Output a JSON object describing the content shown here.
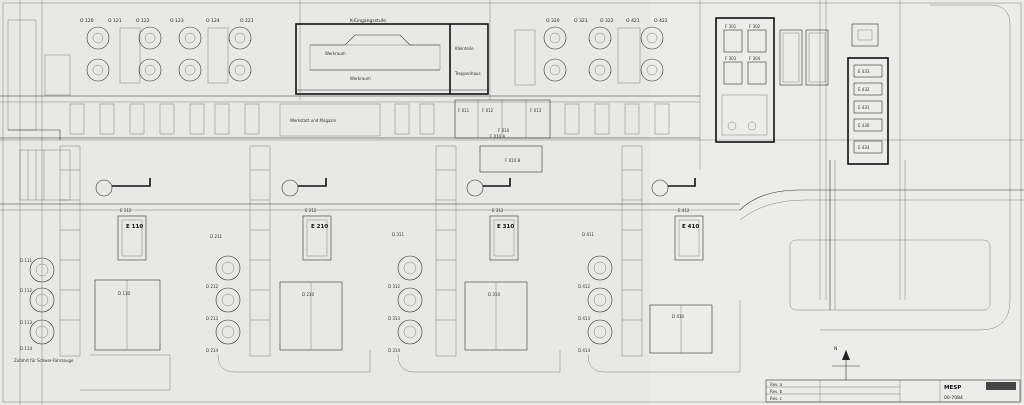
{
  "top_room": {
    "title": "K-Eingangsstufe",
    "labels": [
      "Werkraum",
      "Werkraum",
      "Kleinteile",
      "Treppenhaus"
    ]
  },
  "top_row": {
    "tanks": [
      "O 120",
      "O 121",
      "O 122",
      "O 123",
      "O 124",
      "O 221",
      "O 320",
      "O 321",
      "O 322",
      "O 421",
      "O 422"
    ]
  },
  "control_room": {
    "labels": [
      "F 301",
      "F 302",
      "F 303",
      "F 304"
    ]
  },
  "right_panel": {
    "cells": [
      "E 433",
      "E 432",
      "E 431",
      "E 430",
      "E 434"
    ]
  },
  "mid_band": {
    "labels": [
      "Werkstatt und Magazin",
      "F 010",
      "F 011",
      "F 012",
      "F 013",
      "F 010 A",
      "F 010 B"
    ]
  },
  "units": [
    {
      "unit": "E 110",
      "tanks": [
        "D 111",
        "D 112",
        "D 113",
        "D 114"
      ],
      "tower": "E 112",
      "base": "D 110"
    },
    {
      "unit": "E 210",
      "tanks": [
        "D 211",
        "D 212",
        "D 213",
        "D 214"
      ],
      "tower": "E 212",
      "base": "D 210"
    },
    {
      "unit": "E 310",
      "tanks": [
        "D 311",
        "D 312",
        "D 313",
        "D 314"
      ],
      "tower": "E 312",
      "base": "D 310"
    },
    {
      "unit": "E 410",
      "tanks": [
        "D 411",
        "D 412",
        "D 413",
        "D 414"
      ],
      "tower": "E 412",
      "base": "D 410"
    }
  ],
  "notes": {
    "left_note": "Zufahrt für Schwer-Fahrzeuge",
    "compass": "N"
  },
  "title_block": {
    "company": "MESP",
    "drawing_no": "00-7084",
    "rows": [
      "Rev. a",
      "Rev. b",
      "Rev. c"
    ]
  }
}
